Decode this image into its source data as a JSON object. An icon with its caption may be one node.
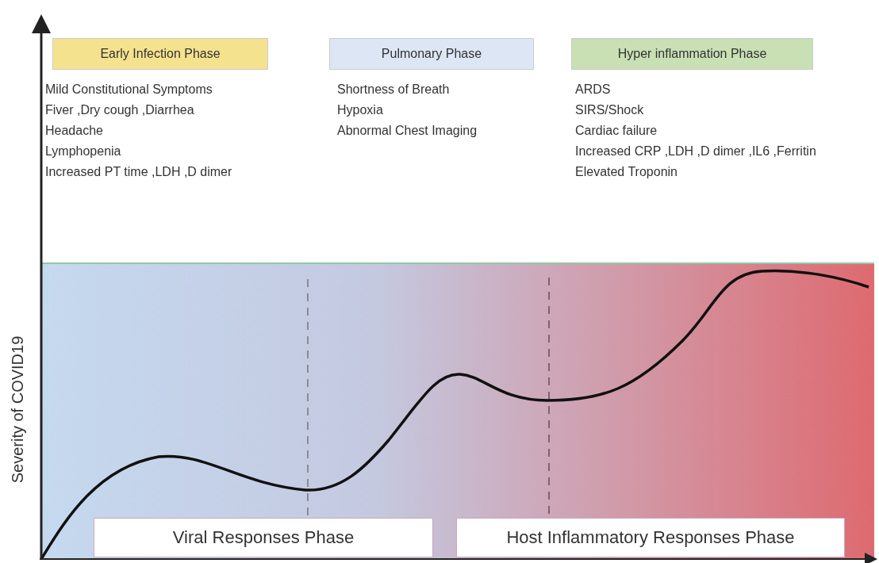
{
  "diagram": {
    "nodes": [
      {
        "text": [
          "Early Infection Phase"
        ],
        "beside": [
          "Mild Constitutional Symptoms",
          "Fiver ,Dry cough ,Diarrhea",
          "Headache",
          "Lymphopenia",
          "Increased PT time ,LDH ,D dimer"
        ]
      },
      {
        "text": [
          "Pulmonary Phase"
        ],
        "beside": [
          "Shortness of Breath",
          "Hypoxia",
          "Abnormal Chest Imaging"
        ]
      },
      {
        "text": [
          "Hyper inflammation Phase"
        ],
        "beside": [
          "ARDS",
          "SIRS/Shock",
          "Cardiac failure",
          "Increased CRP ,LDH ,D dimer ,IL6 ,Ferritin",
          "Elevated Troponin"
        ]
      },
      {
        "text": [
          "Viral Responses Phase"
        ]
      },
      {
        "text": [
          "Host Inflammatory Responses Phase"
        ]
      }
    ],
    "edges": [],
    "labels": [
      "Severity of COVID19"
    ]
  }
}
